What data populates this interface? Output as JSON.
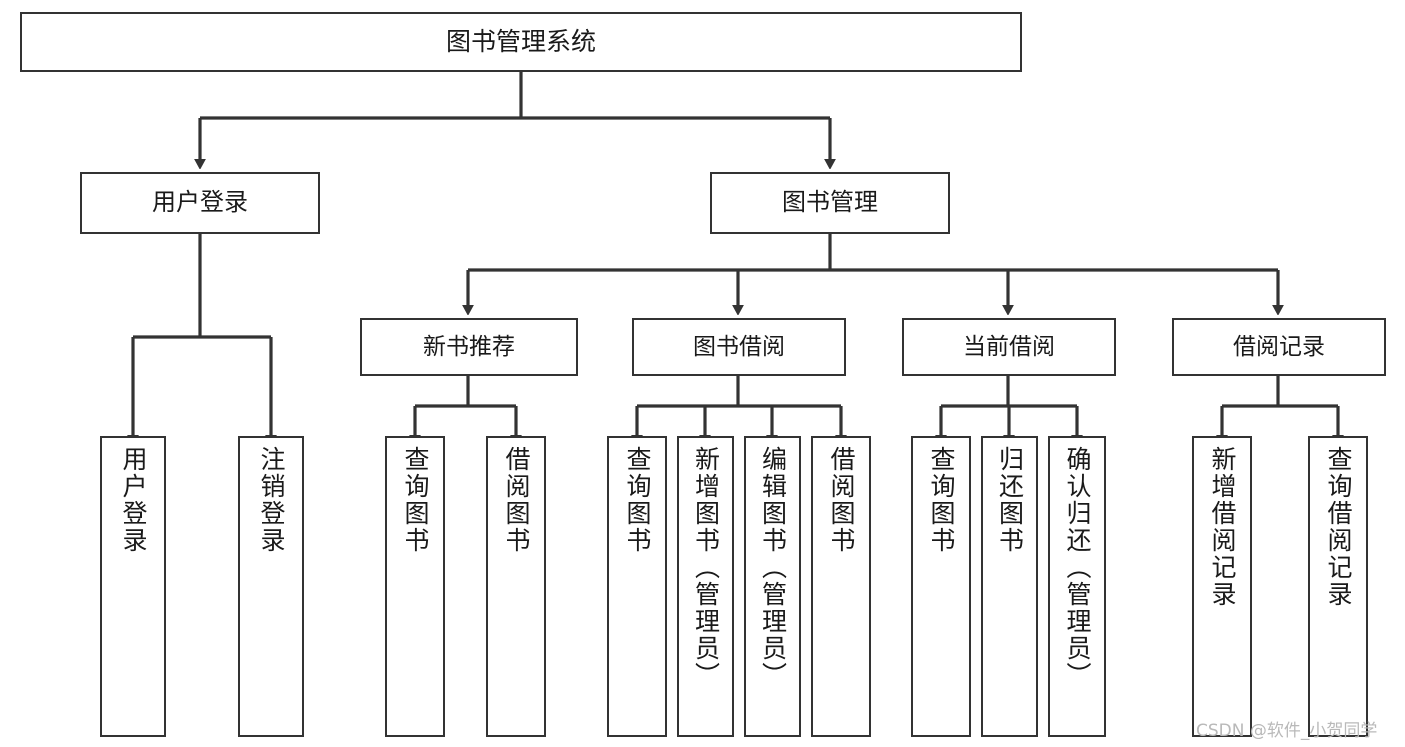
{
  "diagram": {
    "title": "图书管理系统",
    "type": "tree-hierarchy",
    "root": {
      "id": "root",
      "label": "图书管理系统"
    },
    "level2": [
      {
        "id": "user-login",
        "label": "用户登录"
      },
      {
        "id": "book-management",
        "label": "图书管理"
      }
    ],
    "level3": [
      {
        "id": "new-book-recommend",
        "label": "新书推荐",
        "parent": "book-management"
      },
      {
        "id": "book-borrow",
        "label": "图书借阅",
        "parent": "book-management"
      },
      {
        "id": "current-borrow",
        "label": "当前借阅",
        "parent": "book-management"
      },
      {
        "id": "borrow-record",
        "label": "借阅记录",
        "parent": "book-management"
      }
    ],
    "leaves": [
      {
        "id": "leaf-user-login",
        "label": "用户登录",
        "parent": "user-login"
      },
      {
        "id": "leaf-logout",
        "label": "注销登录",
        "parent": "user-login"
      },
      {
        "id": "leaf-query-book-1",
        "label": "查询图书",
        "parent": "new-book-recommend"
      },
      {
        "id": "leaf-borrow-book-1",
        "label": "借阅图书",
        "parent": "new-book-recommend"
      },
      {
        "id": "leaf-query-book-2",
        "label": "查询图书",
        "parent": "book-borrow"
      },
      {
        "id": "leaf-add-book",
        "label": "新增图书（管理员）",
        "parent": "book-borrow"
      },
      {
        "id": "leaf-edit-book",
        "label": "编辑图书（管理员）",
        "parent": "book-borrow"
      },
      {
        "id": "leaf-borrow-book-2",
        "label": "借阅图书",
        "parent": "book-borrow"
      },
      {
        "id": "leaf-query-book-3",
        "label": "查询图书",
        "parent": "current-borrow"
      },
      {
        "id": "leaf-return-book",
        "label": "归还图书",
        "parent": "current-borrow"
      },
      {
        "id": "leaf-confirm-return",
        "label": "确认归还（管理员）",
        "parent": "current-borrow"
      },
      {
        "id": "leaf-add-record",
        "label": "新增借阅记录",
        "parent": "borrow-record"
      },
      {
        "id": "leaf-query-record",
        "label": "查询借阅记录",
        "parent": "borrow-record"
      }
    ],
    "colors": {
      "stroke": "#333333",
      "background": "#ffffff",
      "text": "#1a1a1a",
      "watermark": "#b9b9b9"
    }
  },
  "watermark": {
    "text": "CSDN @软件_小贺同学"
  }
}
